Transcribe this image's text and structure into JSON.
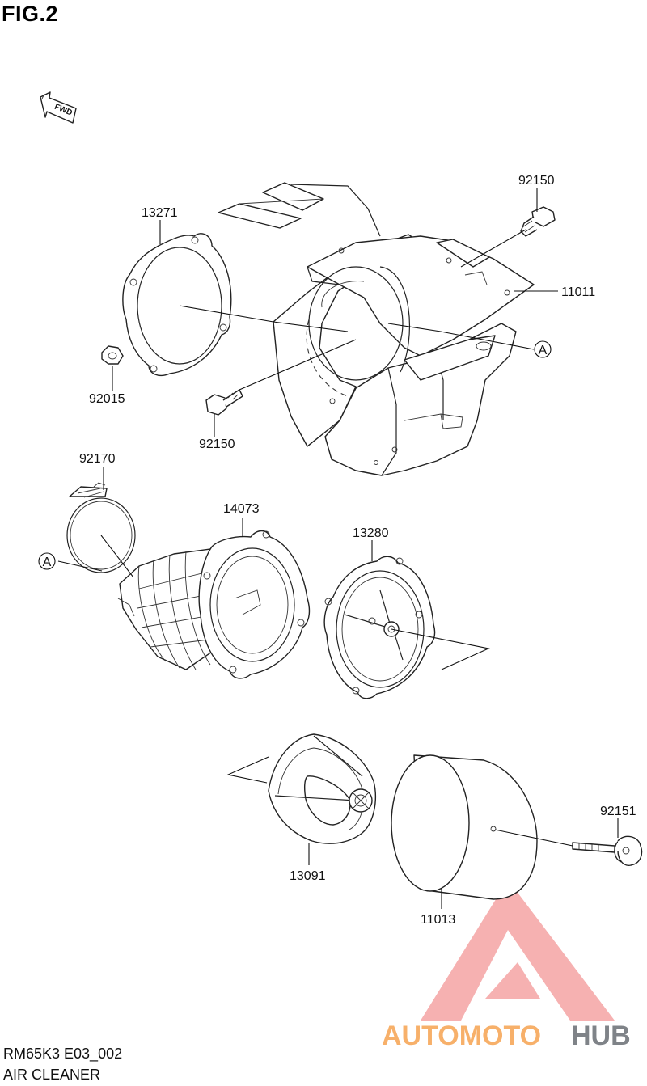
{
  "figure": {
    "title": "FIG.2",
    "code": "RM65K3 E03_002",
    "name": "AIR CLEANER",
    "direction_marker": "FWD",
    "reference_mark": "A"
  },
  "parts": [
    {
      "number": "92150"
    },
    {
      "number": "13271"
    },
    {
      "number": "11011"
    },
    {
      "number": "92015"
    },
    {
      "number": "92150"
    },
    {
      "number": "92170"
    },
    {
      "number": "14073"
    },
    {
      "number": "13280"
    },
    {
      "number": "92151"
    },
    {
      "number": "13091"
    },
    {
      "number": "11013"
    }
  ],
  "watermark": {
    "part1": "AUTOMOTO",
    "part2": "HUB",
    "colors": {
      "triangle": "#f5a3a3",
      "accent": "#f7b06a",
      "dark": "#7f8388"
    }
  }
}
